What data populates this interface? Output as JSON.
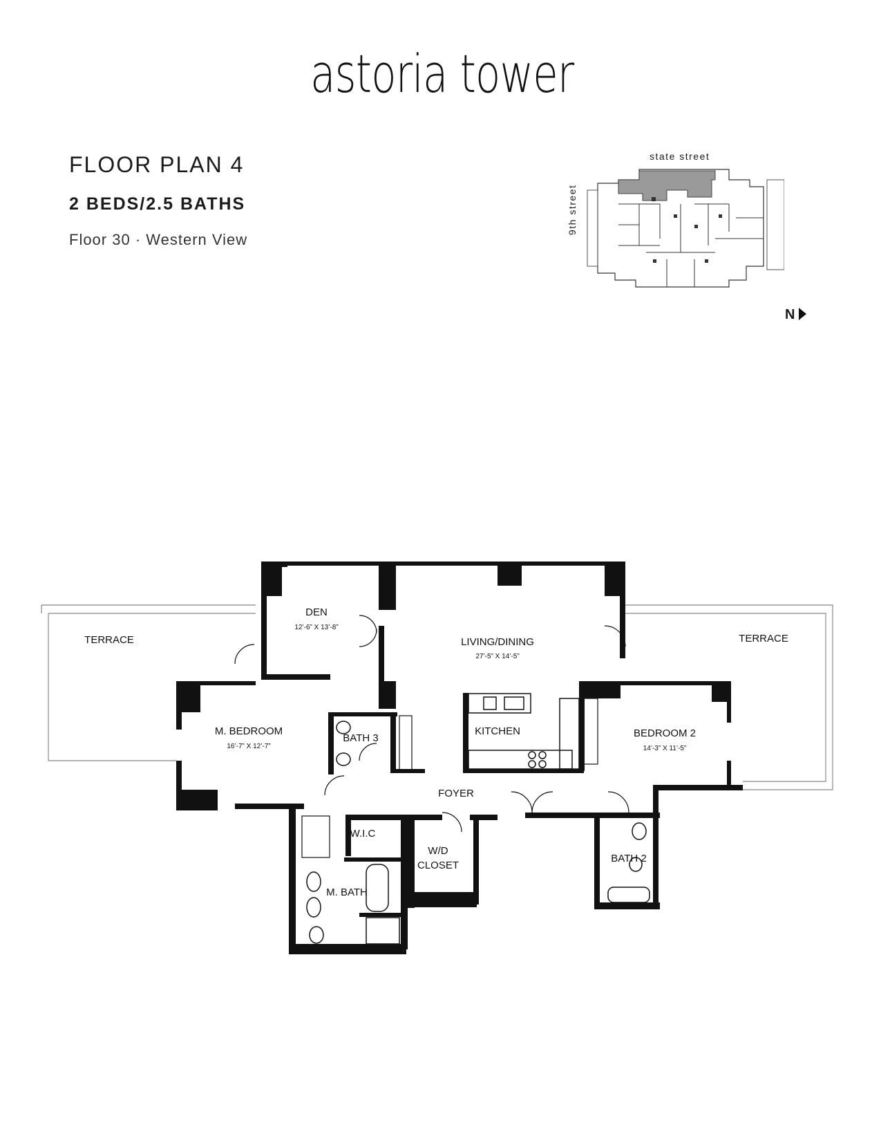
{
  "brand": "astoria tower",
  "plan": {
    "title": "FLOOR PLAN 4",
    "subtitle": "2 BEDS/2.5 BATHS",
    "floor_view": "Floor 30 · Western View"
  },
  "keyplan": {
    "street_top": "state street",
    "street_side": "9th street",
    "north": "N"
  },
  "rooms": {
    "terrace_left": "TERRACE",
    "terrace_right": "TERRACE",
    "den": "DEN",
    "den_dim": "12’-6” X 13’-8”",
    "living": "LIVING/DINING",
    "living_dim": "27’-5” X 14’-5”",
    "master_bedroom": "M. BEDROOM",
    "master_bedroom_dim": "16’-7” X 12’-7”",
    "bath3": "BATH 3",
    "kitchen": "KITCHEN",
    "bedroom2": "BEDROOM 2",
    "bedroom2_dim": "14’-3” X 11’-5”",
    "foyer": "FOYER",
    "wic": "W.I.C",
    "wd_line1": "W/D",
    "wd_line2": "CLOSET",
    "master_bath": "M. BATH",
    "bath2": "BATH 2"
  },
  "colors": {
    "wall": "#111111",
    "highlight": "#9a9a9a"
  }
}
